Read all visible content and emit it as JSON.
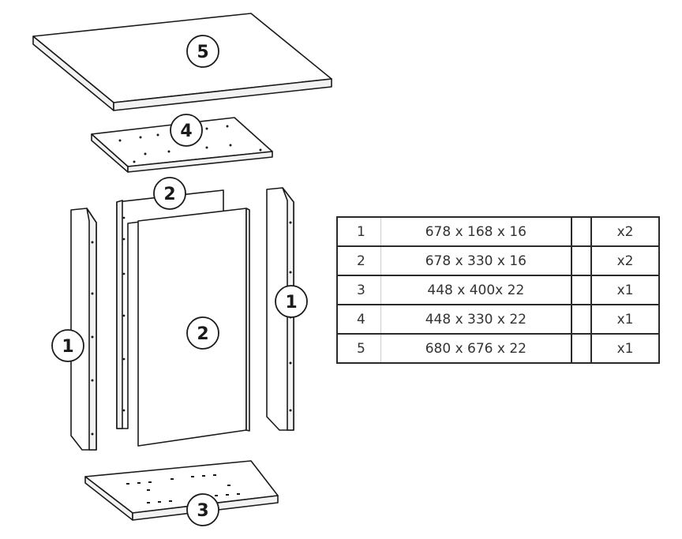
{
  "callouts": {
    "top_panel": "5",
    "shelf_panel": "4",
    "back_panel_rear": "2",
    "back_panel_front": "2",
    "side_left": "1",
    "side_right": "1",
    "bottom_panel": "3"
  },
  "parts_table": {
    "rows": [
      {
        "part": "1",
        "dimensions": "678 x 168 x 16",
        "quantity": "x2"
      },
      {
        "part": "2",
        "dimensions": "678 x 330 x 16",
        "quantity": "x2"
      },
      {
        "part": "3",
        "dimensions": "448 x 400x 22",
        "quantity": "x1"
      },
      {
        "part": "4",
        "dimensions": "448 x 330 x 22",
        "quantity": "x1"
      },
      {
        "part": "5",
        "dimensions": "680 x 676 x 22",
        "quantity": "x1"
      }
    ]
  },
  "colors": {
    "line": "#1a1a1a",
    "panel_fill": "#ffffff",
    "edge_fill": "#f2f2f2"
  }
}
